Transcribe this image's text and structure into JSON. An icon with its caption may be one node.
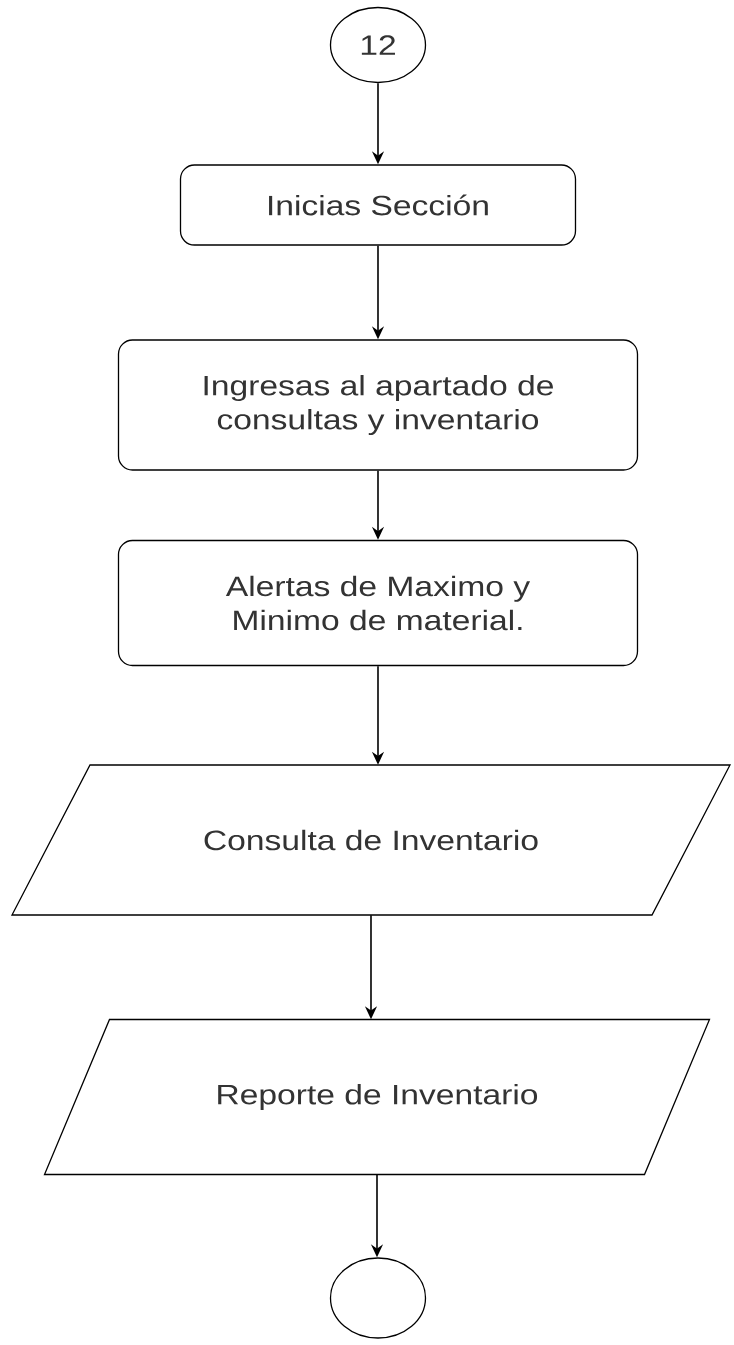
{
  "diagram": {
    "nodes": [
      {
        "text": [
          "12"
        ]
      },
      {
        "text": [
          "Inicias Sección"
        ]
      },
      {
        "text": [
          "Ingresas al apartado de consultas y inventario"
        ]
      },
      {
        "text": [
          "Alertas de Maximo y Minimo de material."
        ]
      },
      {
        "text": [
          "Consulta de Inventario"
        ]
      },
      {
        "text": [
          "Reporte de Inventario"
        ]
      },
      {
        "text": [],
        "shape": "circle"
      }
    ],
    "edges": [
      {
        "from": 0,
        "to": 1,
        "arrow": "to"
      },
      {
        "from": 1,
        "to": 2,
        "arrow": "to"
      },
      {
        "from": 2,
        "to": 3,
        "arrow": "to"
      },
      {
        "from": 3,
        "to": 4,
        "arrow": "to"
      },
      {
        "from": 4,
        "to": 5,
        "arrow": "to"
      },
      {
        "from": 5,
        "to": 6,
        "arrow": "to"
      }
    ]
  }
}
